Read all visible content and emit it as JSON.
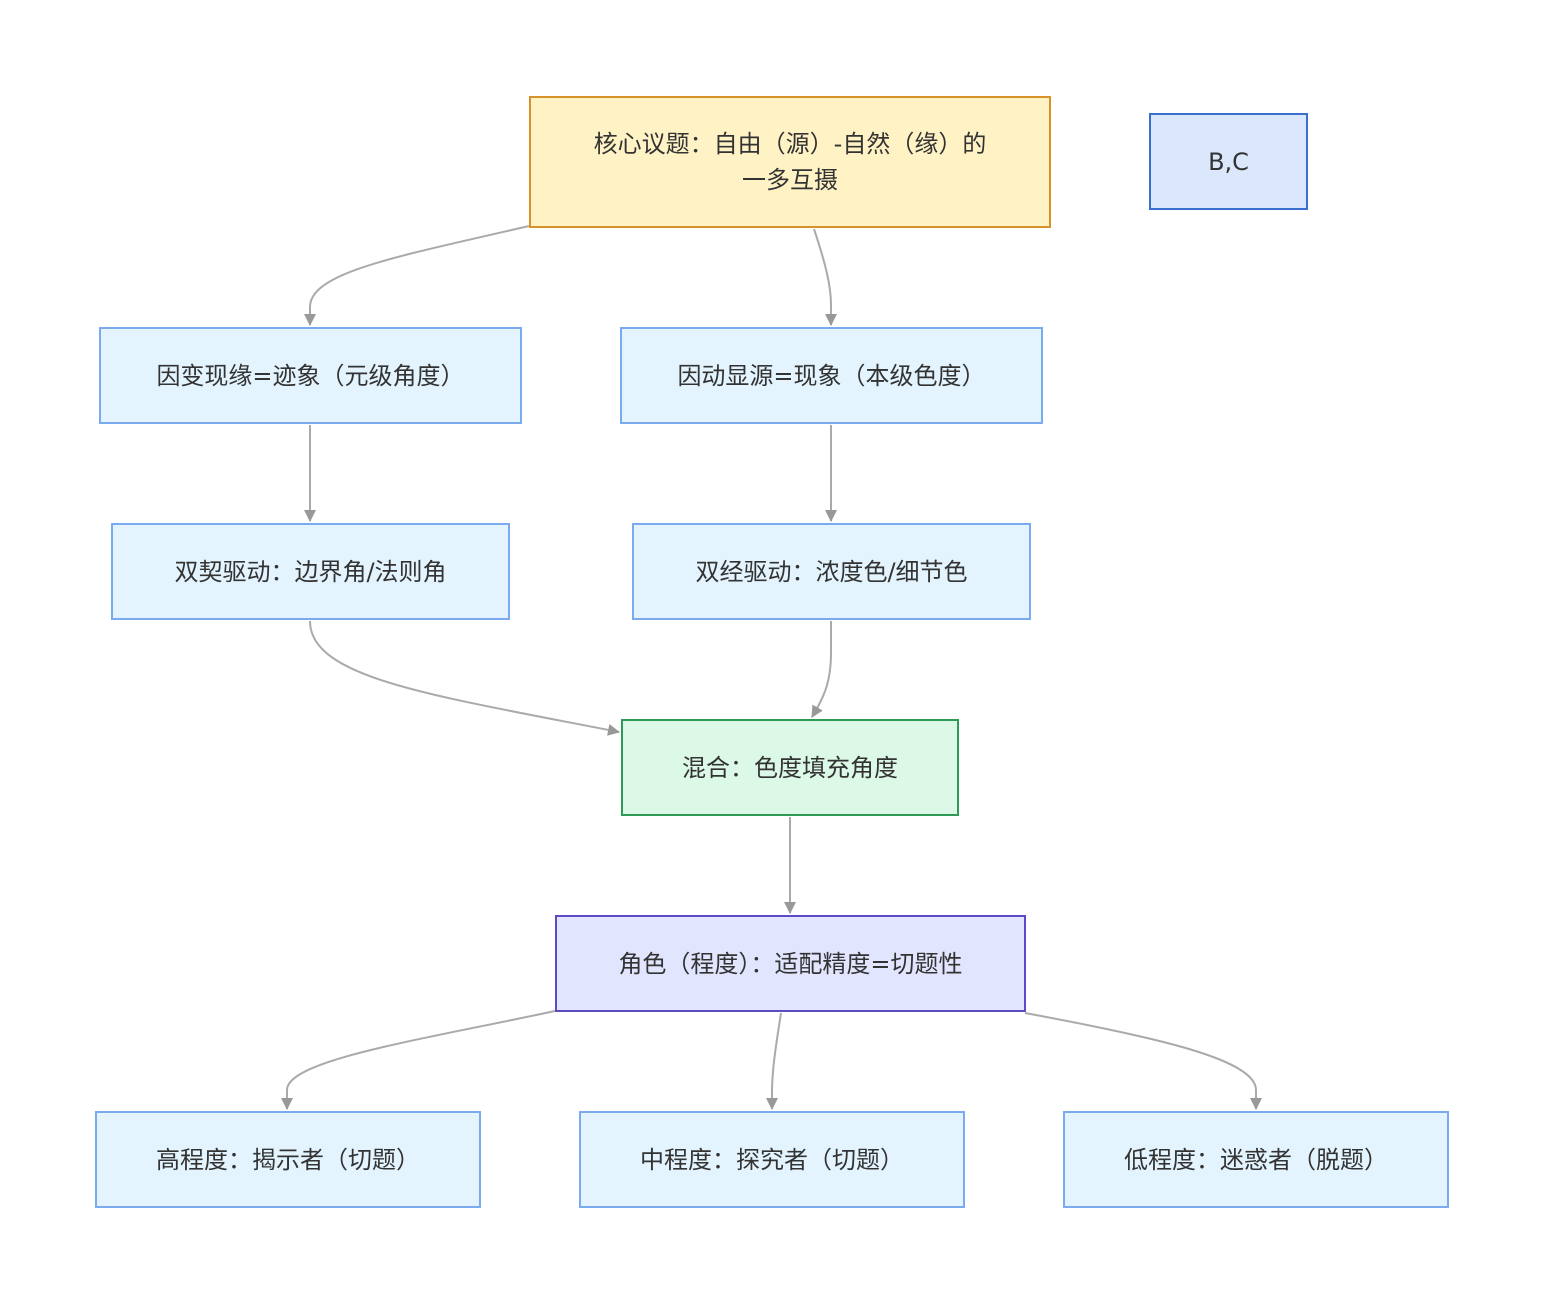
{
  "diagram": {
    "nodes": {
      "core": "核心议题：自由（源）-自然（缘）的一多互摄",
      "legend": "B,C",
      "left1": "因变现缘=迹象（元级角度）",
      "right1": "因动显源=现象（本级色度）",
      "left2": "双契驱动：边界角/法则角",
      "right2": "双经驱动：浓度色/细节色",
      "mix": "混合：色度填充角度",
      "role": "角色（程度）：适配精度=切题性",
      "high": "高程度：揭示者（切题）",
      "mid": "中程度：探究者（切题）",
      "low": "低程度：迷惑者（脱题）"
    },
    "edges": [
      {
        "from": "core",
        "to": "left1"
      },
      {
        "from": "core",
        "to": "right1"
      },
      {
        "from": "left1",
        "to": "left2"
      },
      {
        "from": "right1",
        "to": "right2"
      },
      {
        "from": "left2",
        "to": "mix"
      },
      {
        "from": "right2",
        "to": "mix"
      },
      {
        "from": "mix",
        "to": "role"
      },
      {
        "from": "role",
        "to": "high"
      },
      {
        "from": "role",
        "to": "mid"
      },
      {
        "from": "role",
        "to": "low"
      }
    ],
    "colors": {
      "edge": "#aaaaaa",
      "default_fill": "#e3f4fe",
      "default_border": "#7aaaf0",
      "core_fill": "#fff3c6",
      "core_border": "#d8922a",
      "legend_fill": "#dbe8fc",
      "legend_border": "#3a6fcf",
      "mix_fill": "#dcf8e6",
      "mix_border": "#2d9a55",
      "role_fill": "#e1e5fe",
      "role_border": "#5d4bc6"
    }
  }
}
